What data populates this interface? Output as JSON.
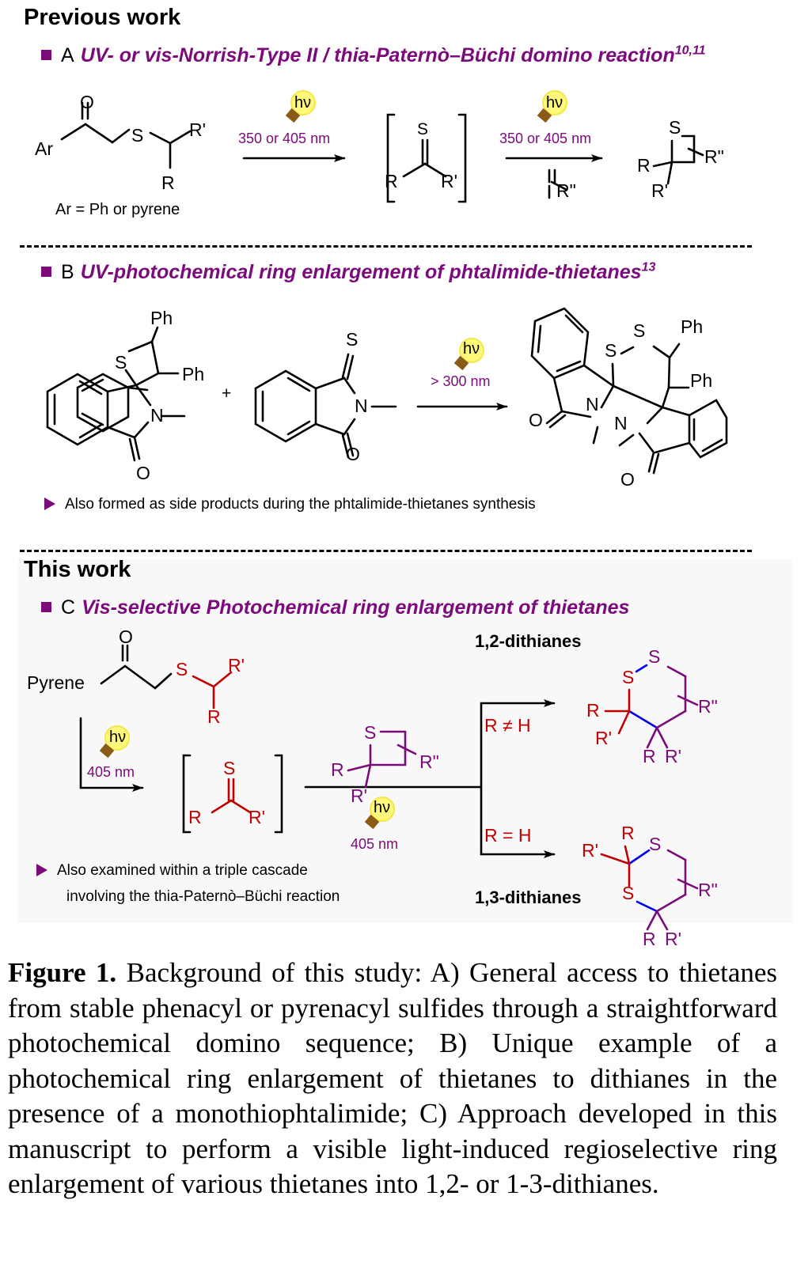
{
  "header": {
    "previous_work": "Previous work",
    "this_work": "This work"
  },
  "sections": {
    "A": {
      "letter": "A",
      "title": "UV- or vis-Norrish-Type II / thia-Paternò–Büchi domino reaction",
      "refs": "10,11"
    },
    "B": {
      "letter": "B",
      "title": "UV-photochemical ring enlargement of phtalimide-thietanes",
      "refs": "13"
    },
    "C": {
      "letter": "C",
      "title": "Vis-selective Photochemical ring enlargement of thietanes",
      "refs": ""
    }
  },
  "scheme_a": {
    "start_ar": "Ar",
    "start_o": "O",
    "start_s": "S",
    "start_r1": "R'",
    "start_r": "R",
    "ar_note": "Ar = Ph or pyrene",
    "hv": "hν",
    "cond1": "350 or 405 nm",
    "cond2": "350 or 405 nm",
    "thioketone_s": "S",
    "thioketone_r": "R",
    "thioketone_r1": "R'",
    "alkene_r2": "R\"",
    "thietane_s": "S",
    "thietane_r": "R",
    "thietane_r1": "R'",
    "thietane_r2": "R\""
  },
  "scheme_b": {
    "ph": "Ph",
    "s": "S",
    "n": "N",
    "o": "O",
    "plus": "+",
    "cond": "> 300 nm",
    "hv": "hν",
    "note": "Also formed as side products during the phtalimide-thietanes synthesis"
  },
  "scheme_c": {
    "pyrene": "Pyrene",
    "o": "O",
    "s": "S",
    "r": "R",
    "r1": "R'",
    "r2": "R\"",
    "hv": "hν",
    "cond1": "405 nm",
    "cond2": "405 nm",
    "branch_top": "R ≠ H",
    "branch_bottom": "R = H",
    "product_top": "1,2-dithianes",
    "product_bottom": "1,3-dithianes",
    "note_line1": "Also examined within a triple cascade",
    "note_line2": "involving the thia-Paternò–Büchi reaction"
  },
  "caption": {
    "label": "Figure 1.",
    "text": "Background of this study: A) General access to thietanes from stable phenacyl or pyrenacyl sulfides through a straightforward photochemical domino sequence; B) Unique example of a photochemical ring enlargement of thietanes to dithianes in the presence of a monothiophtalimide; C) Approach developed in this manuscript to perform a visible light-induced regioselective ring enlargement of various thietanes into 1,2- or 1-3-dithianes."
  },
  "colors": {
    "accent_purple": "#7b0a7b",
    "red": "#c00000",
    "blue": "#0000ee",
    "panel_bg": "#f8f8f8"
  }
}
